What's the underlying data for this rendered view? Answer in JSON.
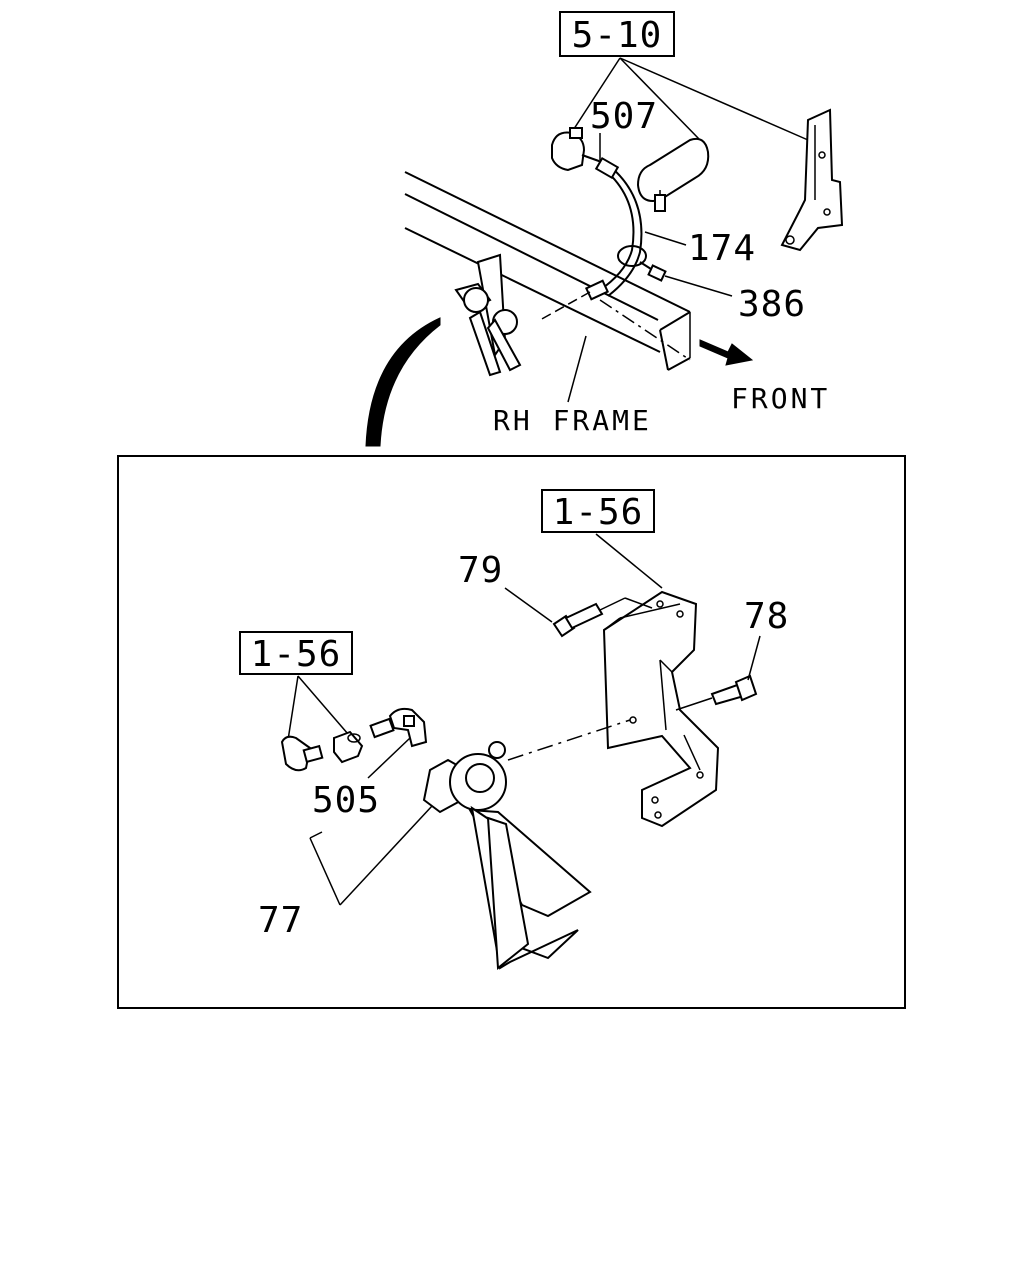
{
  "diagram": {
    "top_view": {
      "ref_box": "5-10",
      "callouts": {
        "p507": "507",
        "p174": "174",
        "p386": "386"
      },
      "frame_label": "RH FRAME",
      "direction_label": "FRONT",
      "icons": [
        "frame-rail-icon",
        "horn-bracket-icon",
        "air-hose-icon",
        "front-arrow-icon",
        "clip-icon",
        "valve-icon"
      ]
    },
    "detail_view": {
      "ref_box_upper": "1-56",
      "ref_box_lower": "1-56",
      "callouts": {
        "p79": "79",
        "p78": "78",
        "p505": "505",
        "p77": "77"
      },
      "icons": [
        "bracket-icon",
        "bolt-icon",
        "air-horn-icon",
        "elbow-fitting-icon",
        "connector-icon"
      ]
    }
  }
}
